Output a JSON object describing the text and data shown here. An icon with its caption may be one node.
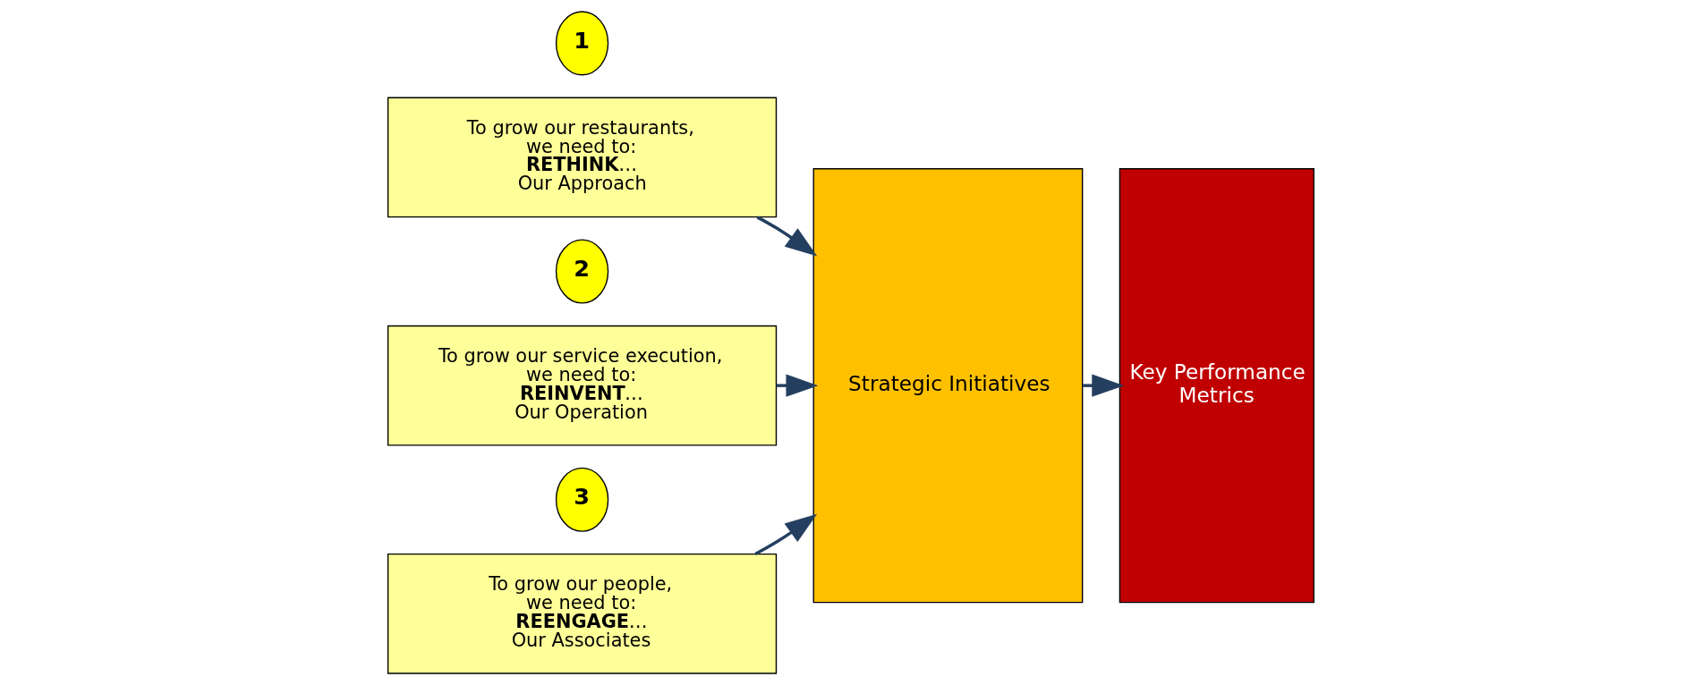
{
  "diagram": {
    "nodes": [
      {
        "text": [
          "1"
        ]
      },
      {
        "text": [
          "To grow our restaurants, we need to:",
          "**RETHINK**… Our Approach"
        ]
      },
      {
        "text": [
          "2"
        ]
      },
      {
        "text": [
          "To grow our service execution, we need to:",
          "**REINVENT**… Our Operation"
        ]
      },
      {
        "text": [
          "3"
        ]
      },
      {
        "text": [
          "To grow our people, we need to:",
          "**REENGAGE**… Our Associates"
        ]
      },
      {
        "text": [
          "Strategic Initiatives"
        ]
      },
      {
        "text": [
          "Key Performance Metrics"
        ]
      }
    ],
    "edges": [
      {
        "from": 1,
        "to": 6,
        "arrow": "to"
      },
      {
        "from": 3,
        "to": 6,
        "arrow": "to"
      },
      {
        "from": 5,
        "to": 6,
        "arrow": "to"
      },
      {
        "from": 6,
        "to": 7,
        "arrow": "to"
      }
    ]
  }
}
